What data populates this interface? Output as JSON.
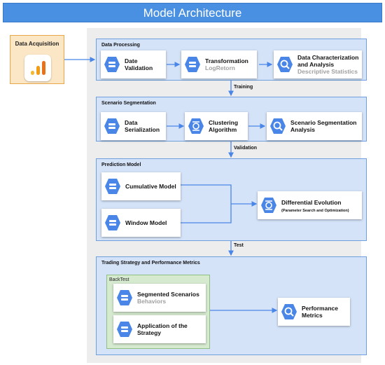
{
  "title": "Model Architecture",
  "data_acquisition": {
    "label": "Data Acquisition",
    "icon": "bar-chart-icon"
  },
  "sections": {
    "processing": {
      "title": "Data Processing",
      "cards": {
        "validation": {
          "line1": "Date",
          "line2": "Validation",
          "icon": "storage-icon"
        },
        "transformation": {
          "line1": "Transformation",
          "sub": "LogRetorn",
          "icon": "storage-icon"
        },
        "characterization": {
          "line1": "Data Characterization",
          "line2": "and Analysis",
          "sub": "Descriptive Statistics",
          "icon": "analytics-icon"
        }
      }
    },
    "segmentation": {
      "title": "Scenario Segmentation",
      "cards": {
        "serialization": {
          "line1": "Data",
          "line2": "Serialization",
          "icon": "storage-icon"
        },
        "clustering": {
          "line1": "Clustering",
          "line2": "Algorithm",
          "icon": "algorithm-icon"
        },
        "analysis": {
          "line1": "Scenario Segmentation",
          "line2": "Analysis",
          "icon": "analytics-icon"
        }
      }
    },
    "prediction": {
      "title": "Prediction Model",
      "cards": {
        "cumulative": {
          "line1": "Cumulative Model",
          "icon": "storage-icon"
        },
        "window": {
          "line1": "Window Model",
          "icon": "storage-icon"
        },
        "differential": {
          "line1": "Differential Evolution",
          "line2": "(Parameter Search and Optimization)",
          "icon": "algorithm-icon"
        }
      }
    },
    "trading": {
      "title": "Trading Strategy and Performance Metrics",
      "backtest_title": "BackTest",
      "cards": {
        "segmented": {
          "line1": "Segmented Scenarios",
          "sub": "Behaviors",
          "icon": "storage-icon"
        },
        "application": {
          "line1": "Application of the",
          "line2": "Strategy",
          "icon": "storage-icon"
        },
        "performance": {
          "line1": "Performance",
          "line2": "Metrics",
          "icon": "analytics-icon"
        }
      }
    }
  },
  "edges": {
    "training": "Training",
    "validation": "Validation",
    "test": "Test"
  },
  "colors": {
    "accent": "#4a90e2",
    "section_fill": "#d5e3f9",
    "section_border": "#6f9fdc",
    "backtest_fill": "#d6ead0",
    "acquisition_fill": "#fbe6c5",
    "icon_blue": "#4a86e8",
    "chart_orange": "#f39c12"
  }
}
